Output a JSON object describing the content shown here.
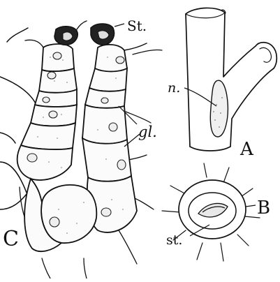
{
  "figure": {
    "panels": [
      "A",
      "B",
      "C"
    ],
    "labels": {
      "stoma_c": "St.",
      "gland_c": "gl.",
      "nectary_a": "n.",
      "stoma_b": "st."
    }
  }
}
